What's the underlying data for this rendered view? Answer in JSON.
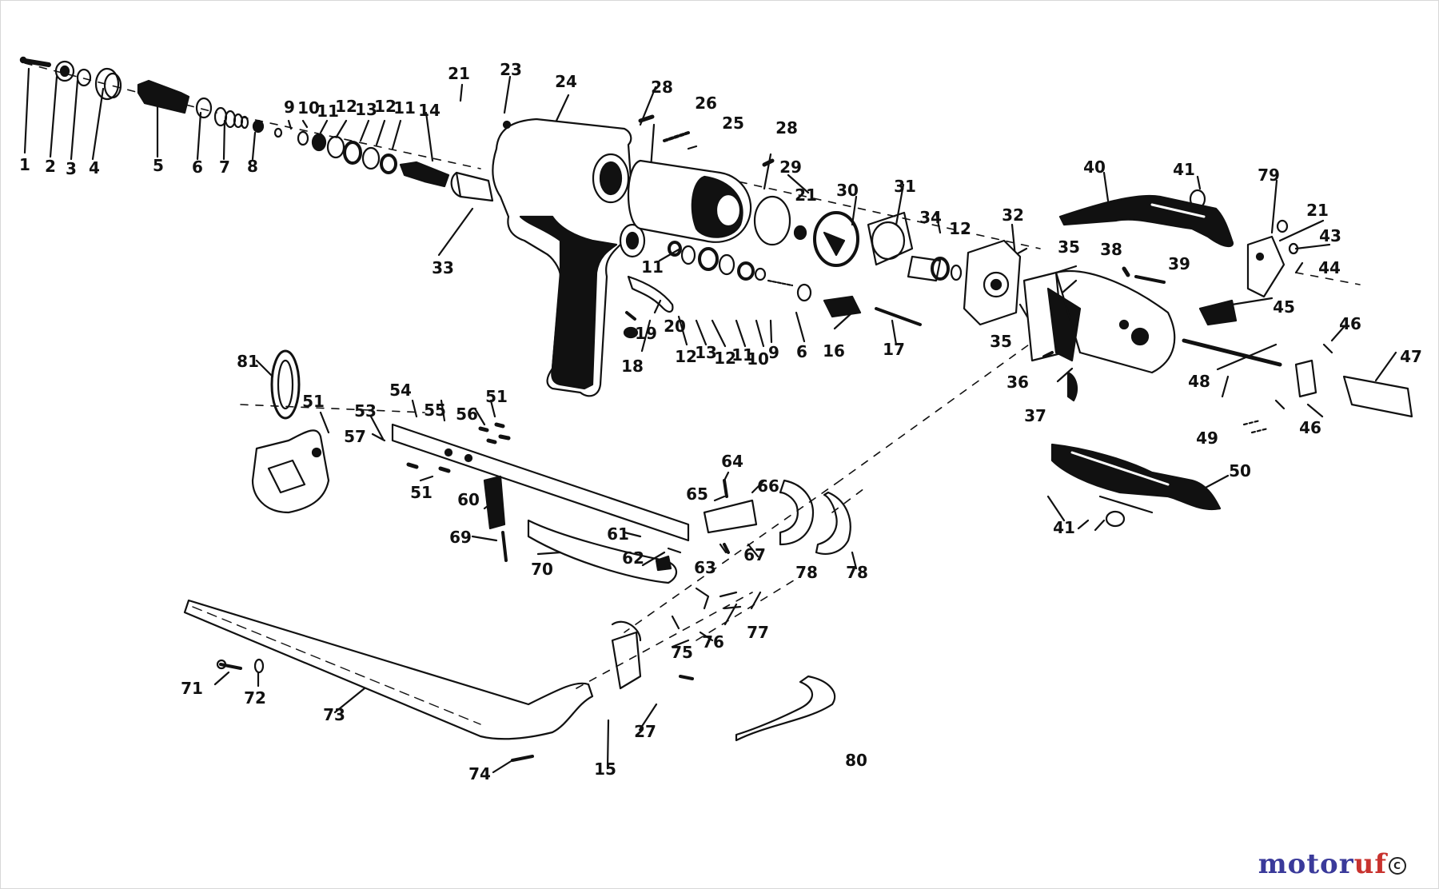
{
  "diagram": {
    "callouts": [
      "1",
      "2",
      "3",
      "4",
      "5",
      "6",
      "7",
      "8",
      "9",
      "10",
      "11",
      "12",
      "13",
      "12",
      "11",
      "14",
      "21",
      "23",
      "24",
      "28",
      "26",
      "25",
      "28",
      "29",
      "21",
      "30",
      "31",
      "34",
      "12",
      "32",
      "40",
      "41",
      "79",
      "21",
      "43",
      "44",
      "45",
      "38",
      "39",
      "35",
      "35",
      "46",
      "47",
      "48",
      "46",
      "49",
      "36",
      "37",
      "50",
      "41",
      "33",
      "11",
      "20",
      "19",
      "18",
      "12",
      "13",
      "12",
      "11",
      "10",
      "9",
      "6",
      "16",
      "17",
      "81",
      "51",
      "53",
      "57",
      "54",
      "55",
      "56",
      "51",
      "51",
      "60",
      "69",
      "70",
      "61",
      "62",
      "63",
      "64",
      "65",
      "66",
      "67",
      "78",
      "78",
      "71",
      "72",
      "73",
      "74",
      "15",
      "27",
      "75",
      "76",
      "77",
      "80"
    ]
  },
  "watermark": {
    "brand_part1": "motor",
    "brand_part2": "uf",
    "badge": "C"
  },
  "colors": {
    "ink": "#111111",
    "watermark_blue": "#3a3a9a",
    "watermark_red": "#c8322e"
  }
}
